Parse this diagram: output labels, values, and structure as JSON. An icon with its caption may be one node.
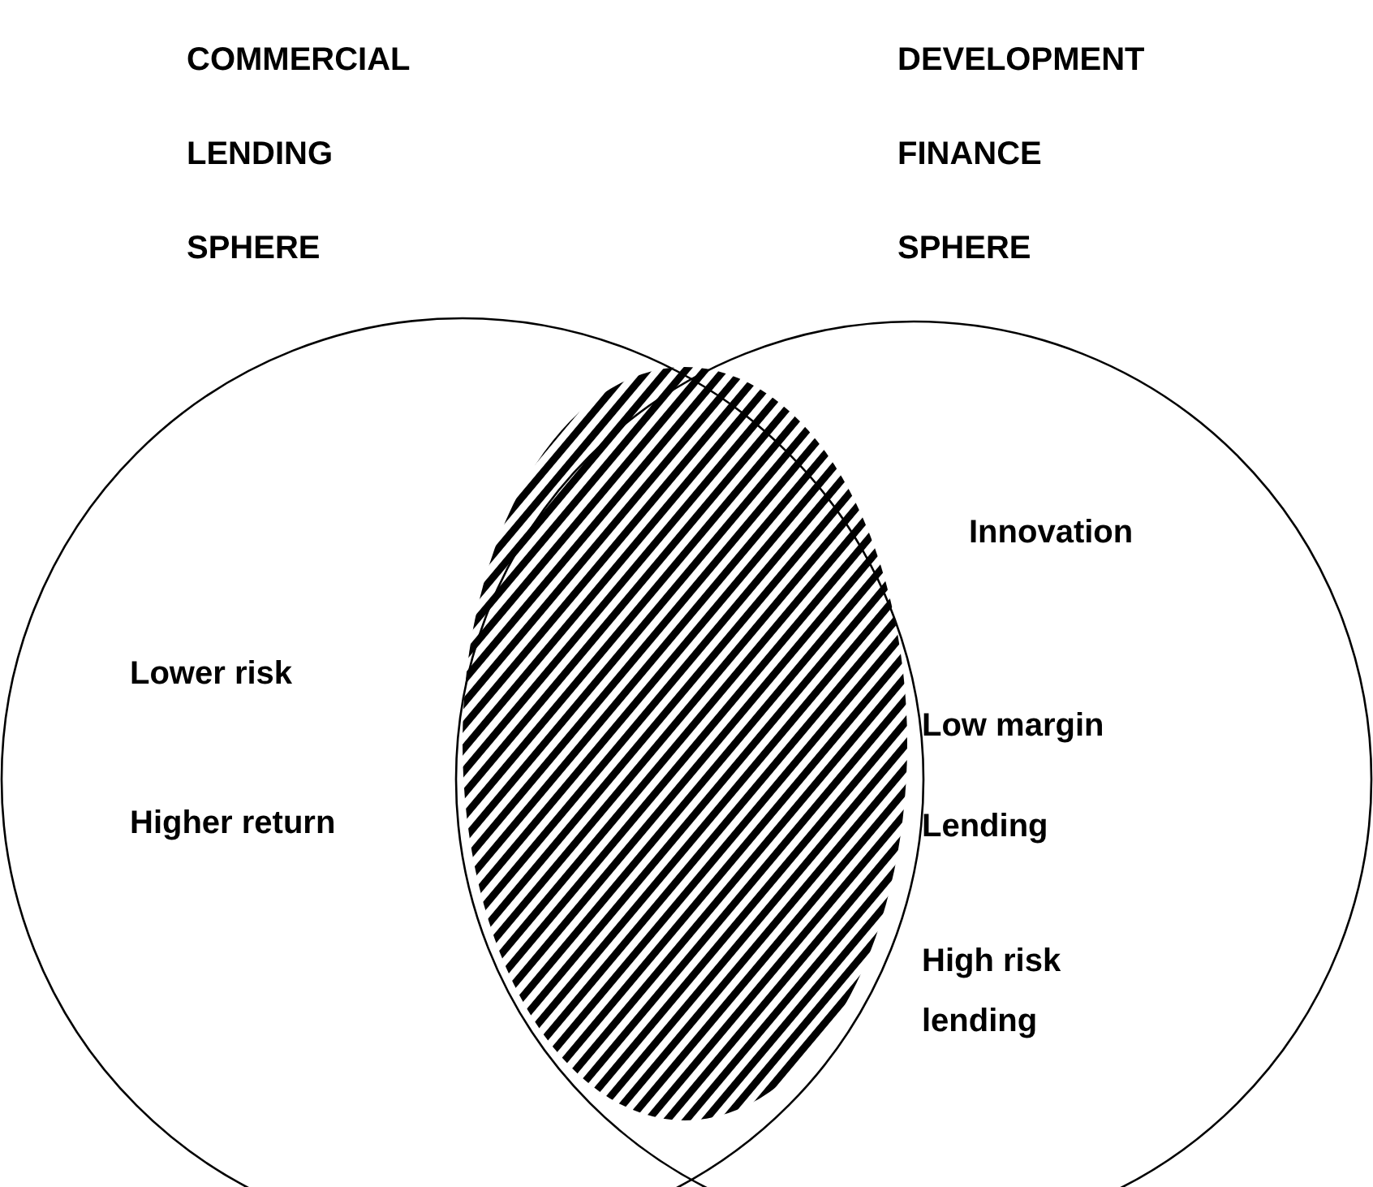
{
  "diagram": {
    "nodes": [
      {
        "text": [
          "COMMERCIAL LENDING SPHERE",
          "Lower risk",
          "Higher return"
        ]
      },
      {
        "text": [
          "DEVELOPMENT FINANCE SPHERE",
          "Innovation",
          "Low margin",
          "Lending",
          "High risk lending"
        ]
      },
      {
        "text": [],
        "shape": "ellipse"
      }
    ]
  }
}
